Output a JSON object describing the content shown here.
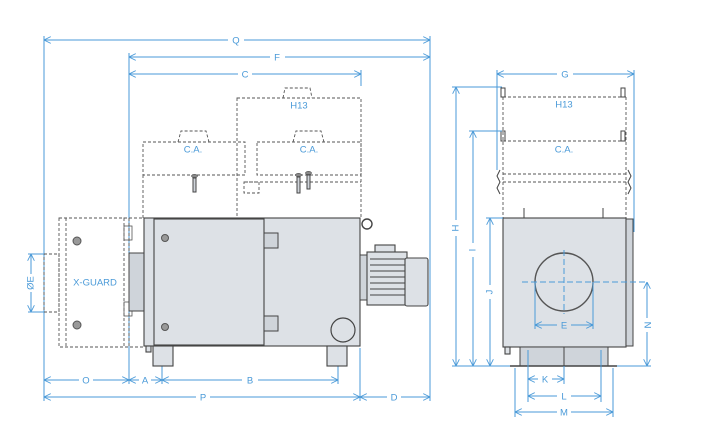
{
  "labels": {
    "Q": "Q",
    "F": "F",
    "C": "C",
    "O": "O",
    "A": "A",
    "B": "B",
    "P": "P",
    "D": "D",
    "E_dia": "ØE",
    "G": "G",
    "H": "H",
    "I": "I",
    "J": "J",
    "N": "N",
    "E": "E",
    "K": "K",
    "L": "L",
    "M": "M"
  },
  "components": {
    "h13_side": "H13",
    "ca_left": "C.A.",
    "ca_right": "C.A.",
    "xguard": "X-GUARD",
    "h13_front": "H13",
    "ca_front": "C.A."
  },
  "colors": {
    "dimension": "#4a9ad8",
    "body": "#dde1e6",
    "outline": "#444444"
  }
}
